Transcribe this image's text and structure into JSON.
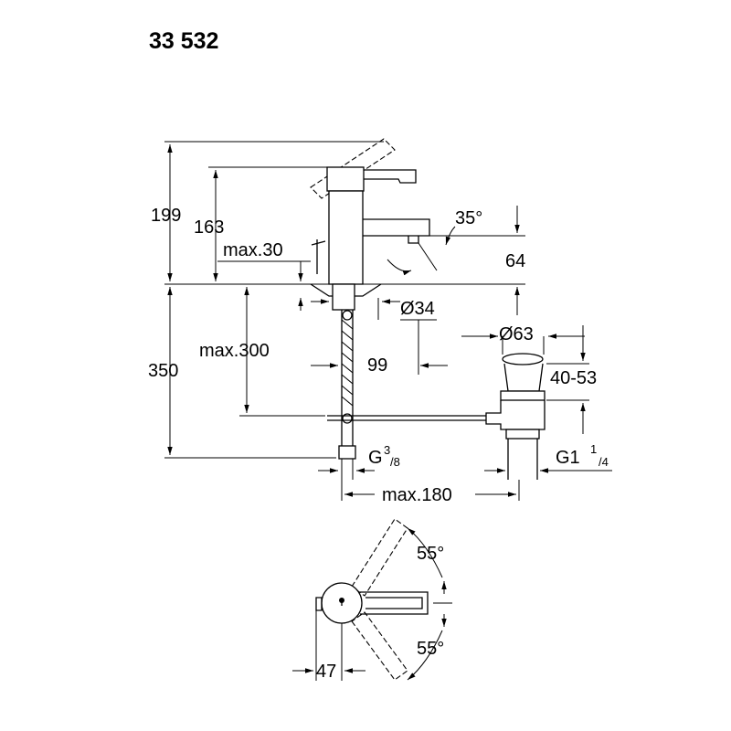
{
  "title": "33 532",
  "dimensions": {
    "total_height": "199",
    "lever_height": "163",
    "spout_height": "64",
    "max_30": "max.30",
    "angle_spout": "35°",
    "diameter_34": "Ø34",
    "diameter_63": "Ø63",
    "max_300": "max.300",
    "depth_350": "350",
    "reach_99": "99",
    "range_40_53": "40-53",
    "thread_g": "G",
    "thread_g_sup": "3",
    "thread_g_sub": "/8",
    "thread_g1": "G1",
    "thread_g1_sup": "1",
    "thread_g1_sub": "/4",
    "max_180": "max.180",
    "angle_top": "55°",
    "angle_bottom": "55°",
    "width_47": "47"
  }
}
